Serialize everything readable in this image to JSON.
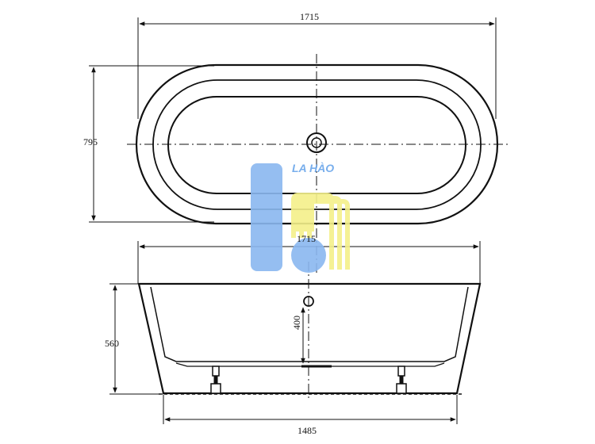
{
  "dimensions": {
    "top_length": "1715",
    "top_width": "795",
    "side_length": "1715",
    "side_height": "560",
    "drain_height": "400",
    "base_length": "1485"
  },
  "watermark": {
    "brand": "LA HÀO",
    "blue": "#8ab8f0",
    "yellow": "#f4f08a"
  },
  "line_color": "#111111"
}
